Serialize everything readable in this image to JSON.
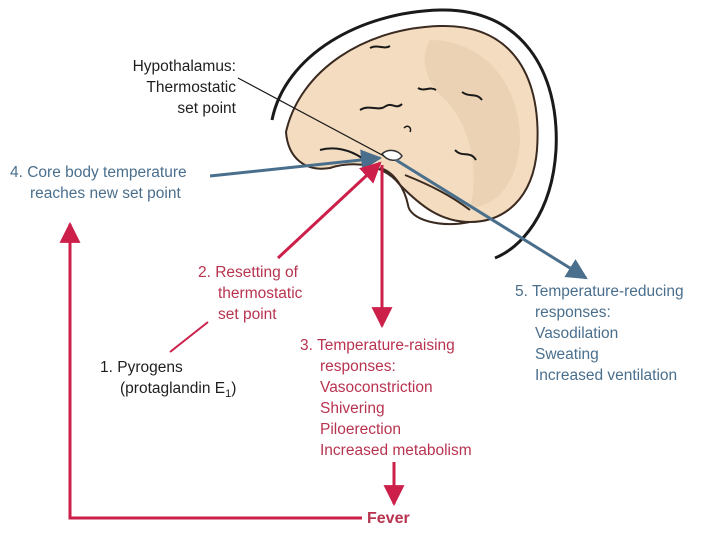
{
  "colors": {
    "blue": "#4a6f8d",
    "red": "#cc1f4a",
    "text": "#1f1f1f",
    "brain_fill": "#f3dcc0"
  },
  "hypothalamus": {
    "line1": "Hypothalamus:",
    "line2": "Thermostatic",
    "line3": "set point"
  },
  "step4": {
    "line1": "4. Core body temperature",
    "line2": "reaches new set point"
  },
  "step2": {
    "line1": "2. Resetting of",
    "line2": "thermostatic",
    "line3": "set point"
  },
  "step5": {
    "line1": "5. Temperature-reducing",
    "line2": "responses:",
    "items": [
      "Vasodilation",
      "Sweating",
      "Increased ventilation"
    ]
  },
  "step1": {
    "line1": "1. Pyrogens",
    "line2_prefix": "(protaglandin E",
    "line2_sub": "1",
    "line2_suffix": ")"
  },
  "step3": {
    "line1": "3. Temperature-raising",
    "line2": "responses:",
    "items": [
      "Vasoconstriction",
      "Shivering",
      "Piloerection",
      "Increased metabolism"
    ]
  },
  "fever": "Fever"
}
